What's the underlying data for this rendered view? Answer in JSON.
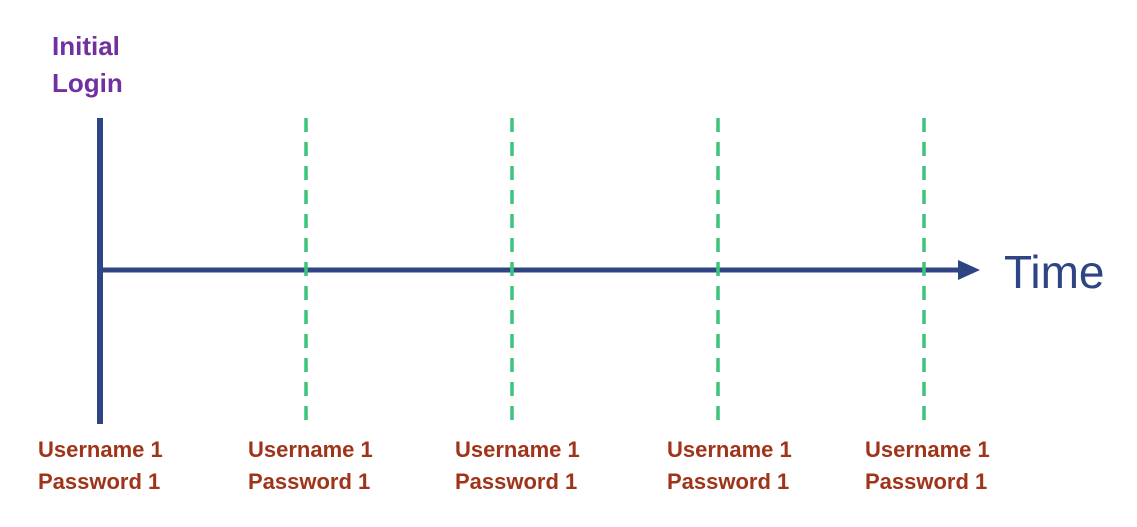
{
  "title": {
    "line1": "Initial",
    "line2": "Login"
  },
  "axis_label": "Time",
  "credentials": [
    {
      "username": "Username 1",
      "password": "Password 1"
    },
    {
      "username": "Username 1",
      "password": "Password 1"
    },
    {
      "username": "Username 1",
      "password": "Password 1"
    },
    {
      "username": "Username 1",
      "password": "Password 1"
    },
    {
      "username": "Username 1",
      "password": "Password 1"
    }
  ],
  "colors": {
    "title": "#7030a0",
    "axis": "#2e4483",
    "dashed_markers": "#3cc47c",
    "credentials": "#a0341b"
  }
}
